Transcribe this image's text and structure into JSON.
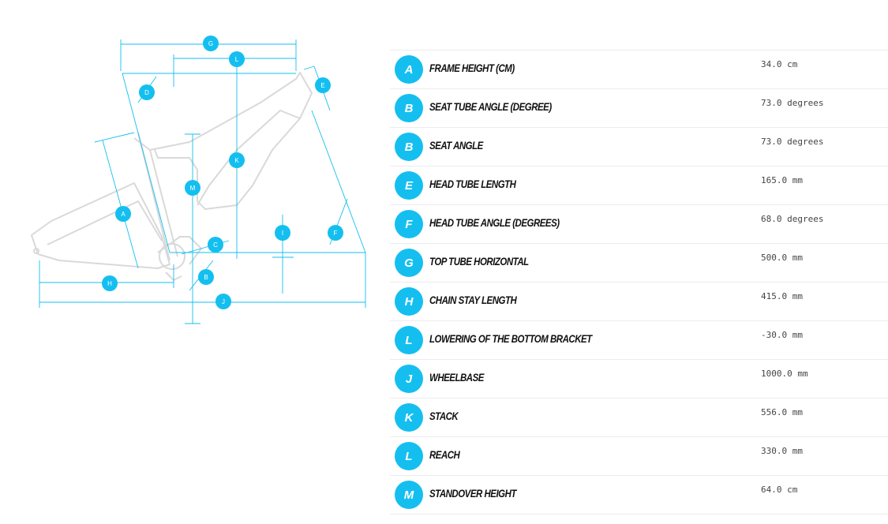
{
  "diagram": {
    "accent_color": "#14bff0",
    "frame_color": "#d9d9d9",
    "markers": [
      "G",
      "L",
      "D",
      "E",
      "K",
      "M",
      "A",
      "I",
      "F",
      "C",
      "B",
      "H",
      "J"
    ]
  },
  "geometry": {
    "rows": [
      {
        "badge": "A",
        "label": "FRAME HEIGHT (CM)",
        "value": "34.0 cm"
      },
      {
        "badge": "B",
        "label": "SEAT TUBE ANGLE (DEGREE)",
        "value": "73.0 degrees"
      },
      {
        "badge": "B",
        "label": "SEAT ANGLE",
        "value": "73.0 degrees"
      },
      {
        "badge": "E",
        "label": "HEAD TUBE LENGTH",
        "value": "165.0 mm"
      },
      {
        "badge": "F",
        "label": "HEAD TUBE ANGLE (DEGREES)",
        "value": "68.0 degrees"
      },
      {
        "badge": "G",
        "label": "TOP TUBE HORIZONTAL",
        "value": "500.0 mm"
      },
      {
        "badge": "H",
        "label": "CHAIN STAY LENGTH",
        "value": "415.0 mm"
      },
      {
        "badge": "L",
        "label": "LOWERING OF THE BOTTOM BRACKET",
        "value": "-30.0 mm"
      },
      {
        "badge": "J",
        "label": "WHEELBASE",
        "value": "1000.0 mm"
      },
      {
        "badge": "K",
        "label": "STACK",
        "value": "556.0 mm"
      },
      {
        "badge": "L",
        "label": "REACH",
        "value": "330.0 mm"
      },
      {
        "badge": "M",
        "label": "STANDOVER HEIGHT",
        "value": "64.0 cm"
      }
    ]
  }
}
